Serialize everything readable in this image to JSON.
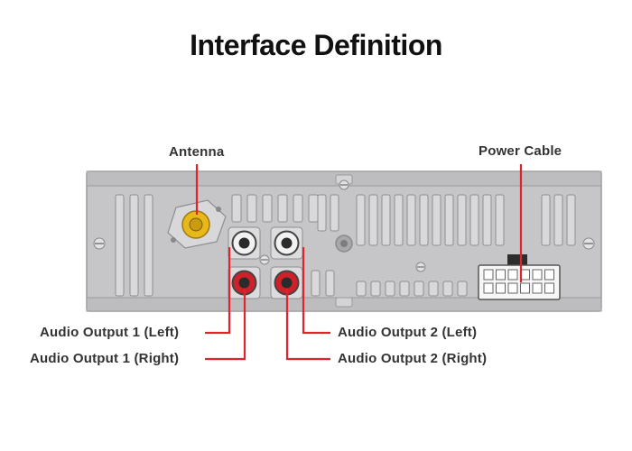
{
  "title": "Interface Definition",
  "labels": {
    "antenna": "Antenna",
    "power_cable": "Power Cable",
    "audio_out_1_left": "Audio Output 1 (Left)",
    "audio_out_1_right": "Audio Output 1 (Right)",
    "audio_out_2_left": "Audio Output 2 (Left)",
    "audio_out_2_right": "Audio Output 2 (Right)"
  },
  "colors": {
    "leader_line": "#e3232c",
    "panel": "#c9c9cb",
    "antenna_connector": "#e8b81a",
    "rca_left": "#f2f2f2",
    "rca_right": "#d0202a"
  }
}
